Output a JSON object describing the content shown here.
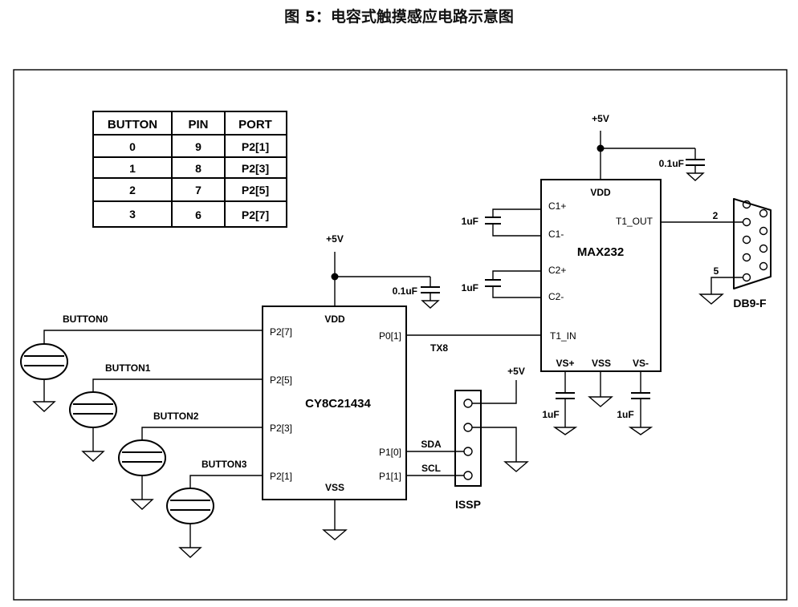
{
  "title": "图 5：电容式触摸感应电路示意图",
  "table": {
    "headers": [
      "BUTTON",
      "PIN",
      "PORT"
    ],
    "rows": [
      [
        "0",
        "9",
        "P2[1]"
      ],
      [
        "1",
        "8",
        "P2[3]"
      ],
      [
        "2",
        "7",
        "P2[5]"
      ],
      [
        "3",
        "6",
        "P2[7]"
      ]
    ]
  },
  "mcu": {
    "name": "CY8C21434",
    "vdd": "VDD",
    "vss": "VSS",
    "supply": "+5V",
    "cap": "0.1uF",
    "left_pins": [
      "P2[7]",
      "P2[5]",
      "P2[3]",
      "P2[1]"
    ],
    "right_pins": [
      "P0[1]",
      "P1[0]",
      "P1[1]"
    ]
  },
  "buttons": [
    "BUTTON0",
    "BUTTON1",
    "BUTTON2",
    "BUTTON3"
  ],
  "nets": {
    "tx": "TX8",
    "sda": "SDA",
    "scl": "SCL"
  },
  "issp": {
    "name": "ISSP",
    "supply": "+5V"
  },
  "max232": {
    "name": "MAX232",
    "supply": "+5V",
    "cap": "0.1uF",
    "vdd": "VDD",
    "pins": [
      "C1+",
      "C1-",
      "C2+",
      "C2-",
      "T1_IN",
      "T1_OUT",
      "VS+",
      "VSS",
      "VS-"
    ],
    "caps": [
      "1uF",
      "1uF",
      "1uF",
      "1uF"
    ]
  },
  "db9": {
    "name": "DB9-F",
    "pin_tx": "2",
    "pin_gnd": "5"
  }
}
